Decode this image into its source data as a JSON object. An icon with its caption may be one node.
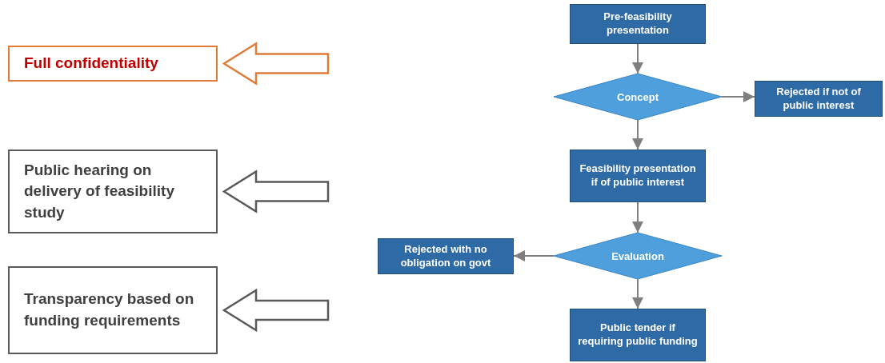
{
  "diagram": {
    "nodes": [
      {
        "text": [
          "Full confidentiality"
        ]
      },
      {
        "text": [
          "Public hearing on delivery of feasibility study"
        ]
      },
      {
        "text": [
          "Transparency based on funding requirements"
        ]
      },
      {
        "text": [
          "Pre-feasibility presentation"
        ]
      },
      {
        "text": [
          "Concept"
        ]
      },
      {
        "text": [
          "Rejected if not of public interest"
        ]
      },
      {
        "text": [
          "Feasibility presentation if of public interest"
        ]
      },
      {
        "text": [
          "Evaluation"
        ]
      },
      {
        "text": [
          "Rejected with no obligation on govt"
        ]
      },
      {
        "text": [
          "Public tender if requiring public funding"
        ]
      }
    ],
    "edges": [
      {
        "from": null,
        "to": 0,
        "arrow": "to",
        "style": "thick",
        "color": "#e07b39"
      },
      {
        "from": null,
        "to": 1,
        "arrow": "to",
        "style": "thick",
        "color": "#595959"
      },
      {
        "from": null,
        "to": 2,
        "arrow": "to",
        "style": "thick",
        "color": "#595959"
      },
      {
        "from": 3,
        "to": 4,
        "arrow": "to"
      },
      {
        "from": 4,
        "to": 5,
        "arrow": "to"
      },
      {
        "from": 4,
        "to": 6,
        "arrow": "to"
      },
      {
        "from": 6,
        "to": 7,
        "arrow": "to"
      },
      {
        "from": 7,
        "to": 8,
        "arrow": "to"
      },
      {
        "from": 7,
        "to": 9,
        "arrow": "to"
      }
    ]
  }
}
